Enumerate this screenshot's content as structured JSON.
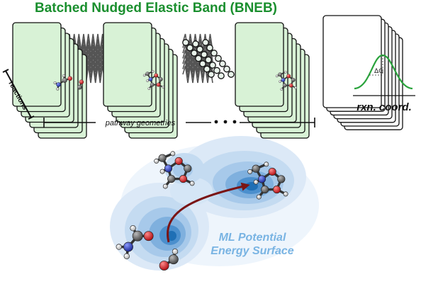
{
  "title": "Batched Nudged Elastic Band (BNEB)",
  "labels": {
    "reactions": "reactions",
    "pathway_geometries": "pathway geometries",
    "delta_g": "ΔG",
    "rxn_coord": "rxn. coord.",
    "pes_line1": "ML Potential",
    "pes_line2": "Energy Surface"
  },
  "colors": {
    "title_green": "#1a8f2e",
    "card_fill": "#d8f2d6",
    "spring": "#555555",
    "bead": "#e8f3ea",
    "curve": "#2aa33c",
    "pes_blue": "#1f6fb5",
    "arrow": "#7a1414",
    "oxygen": "#d8242a",
    "nitrogen": "#2b3fb6",
    "carbon": "#555555",
    "hydrogen": "#f2f2f2"
  },
  "icons": [
    "molecule-reactant-icon",
    "molecule-ring-icon",
    "energy-profile-icon",
    "reaction-arrow-icon"
  ]
}
